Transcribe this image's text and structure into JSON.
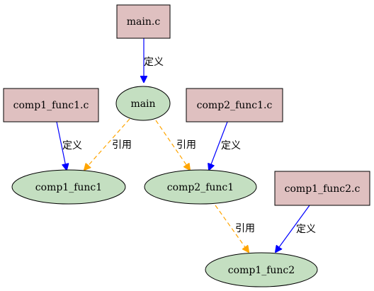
{
  "diagram": {
    "nodes": {
      "main_c": {
        "label": "main.c",
        "kind": "file"
      },
      "comp1_func1_c": {
        "label": "comp1_func1.c",
        "kind": "file"
      },
      "comp2_func1_c": {
        "label": "comp2_func1.c",
        "kind": "file"
      },
      "comp1_func2_c": {
        "label": "comp1_func2.c",
        "kind": "file"
      },
      "main": {
        "label": "main",
        "kind": "function"
      },
      "comp1_func1": {
        "label": "comp1_func1",
        "kind": "function"
      },
      "comp2_func1": {
        "label": "comp2_func1",
        "kind": "function"
      },
      "comp1_func2": {
        "label": "comp1_func2",
        "kind": "function"
      }
    },
    "edges": [
      {
        "from": "main.c",
        "to": "main",
        "label": "定义",
        "type": "define"
      },
      {
        "from": "comp1_func1.c",
        "to": "comp1_func1",
        "label": "定义",
        "type": "define"
      },
      {
        "from": "comp2_func1.c",
        "to": "comp2_func1",
        "label": "定义",
        "type": "define"
      },
      {
        "from": "comp1_func2.c",
        "to": "comp1_func2",
        "label": "定义",
        "type": "define"
      },
      {
        "from": "main",
        "to": "comp1_func1",
        "label": "引用",
        "type": "reference"
      },
      {
        "from": "main",
        "to": "comp2_func1",
        "label": "引用",
        "type": "reference"
      },
      {
        "from": "comp2_func1",
        "to": "comp1_func2",
        "label": "引用",
        "type": "reference"
      }
    ],
    "colors": {
      "file_fill": "#dfc0c0",
      "function_fill": "#c4dfc1",
      "define_edge": "#0000ff",
      "reference_edge": "#ffa500"
    }
  }
}
